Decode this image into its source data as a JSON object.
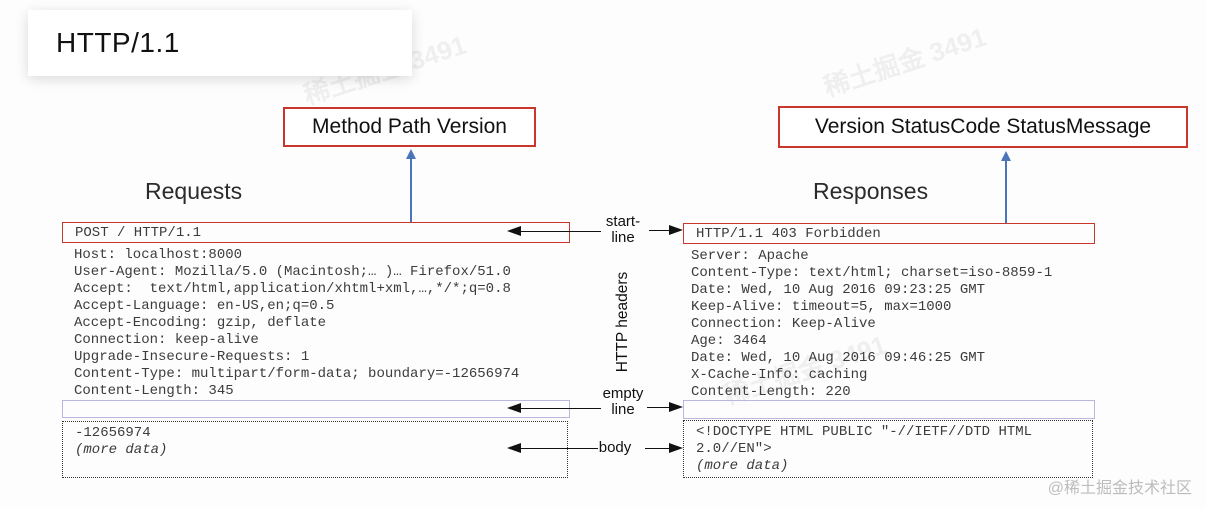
{
  "title": "HTTP/1.1",
  "request": {
    "heading": "Requests",
    "callout": "Method Path Version",
    "start_line": "POST / HTTP/1.1",
    "headers": [
      "Host: localhost:8000",
      "User-Agent: Mozilla/5.0 (Macintosh;… )… Firefox/51.0",
      "Accept:  text/html,application/xhtml+xml,…,*/*;q=0.8",
      "Accept-Language: en-US,en;q=0.5",
      "Accept-Encoding: gzip, deflate",
      "Connection: keep-alive",
      "Upgrade-Insecure-Requests: 1",
      "Content-Type: multipart/form-data; boundary=-12656974",
      "Content-Length: 345"
    ],
    "body_line1": "-12656974",
    "body_more": "(more data)"
  },
  "response": {
    "heading": "Responses",
    "callout": "Version StatusCode StatusMessage",
    "start_line": "HTTP/1.1 403 Forbidden",
    "headers": [
      "Server: Apache",
      "Content-Type: text/html; charset=iso-8859-1",
      "Date: Wed, 10 Aug 2016 09:23:25 GMT",
      "Keep-Alive: timeout=5, max=1000",
      "Connection: Keep-Alive",
      "Age: 3464",
      "Date: Wed, 10 Aug 2016 09:46:25 GMT",
      "X-Cache-Info: caching",
      "Content-Length: 220"
    ],
    "body_line1": "<!DOCTYPE HTML PUBLIC \"-//IETF//DTD HTML",
    "body_line2": "2.0//EN\">",
    "body_more": "(more data)"
  },
  "annotations": {
    "start_line_1": "start-",
    "start_line_2": "line",
    "http_headers": "HTTP headers",
    "empty_line_1": "empty",
    "empty_line_2": "line",
    "body": "body"
  },
  "watermark": {
    "stamp": "稀土掘金 3491",
    "badge": "@稀土掘金技术社区"
  },
  "colors": {
    "callout_border": "#c9372c",
    "blue_arrow": "#4a75ba",
    "empty_line_border": "#b7b7e2",
    "mono_text": "#3c3c3c"
  }
}
